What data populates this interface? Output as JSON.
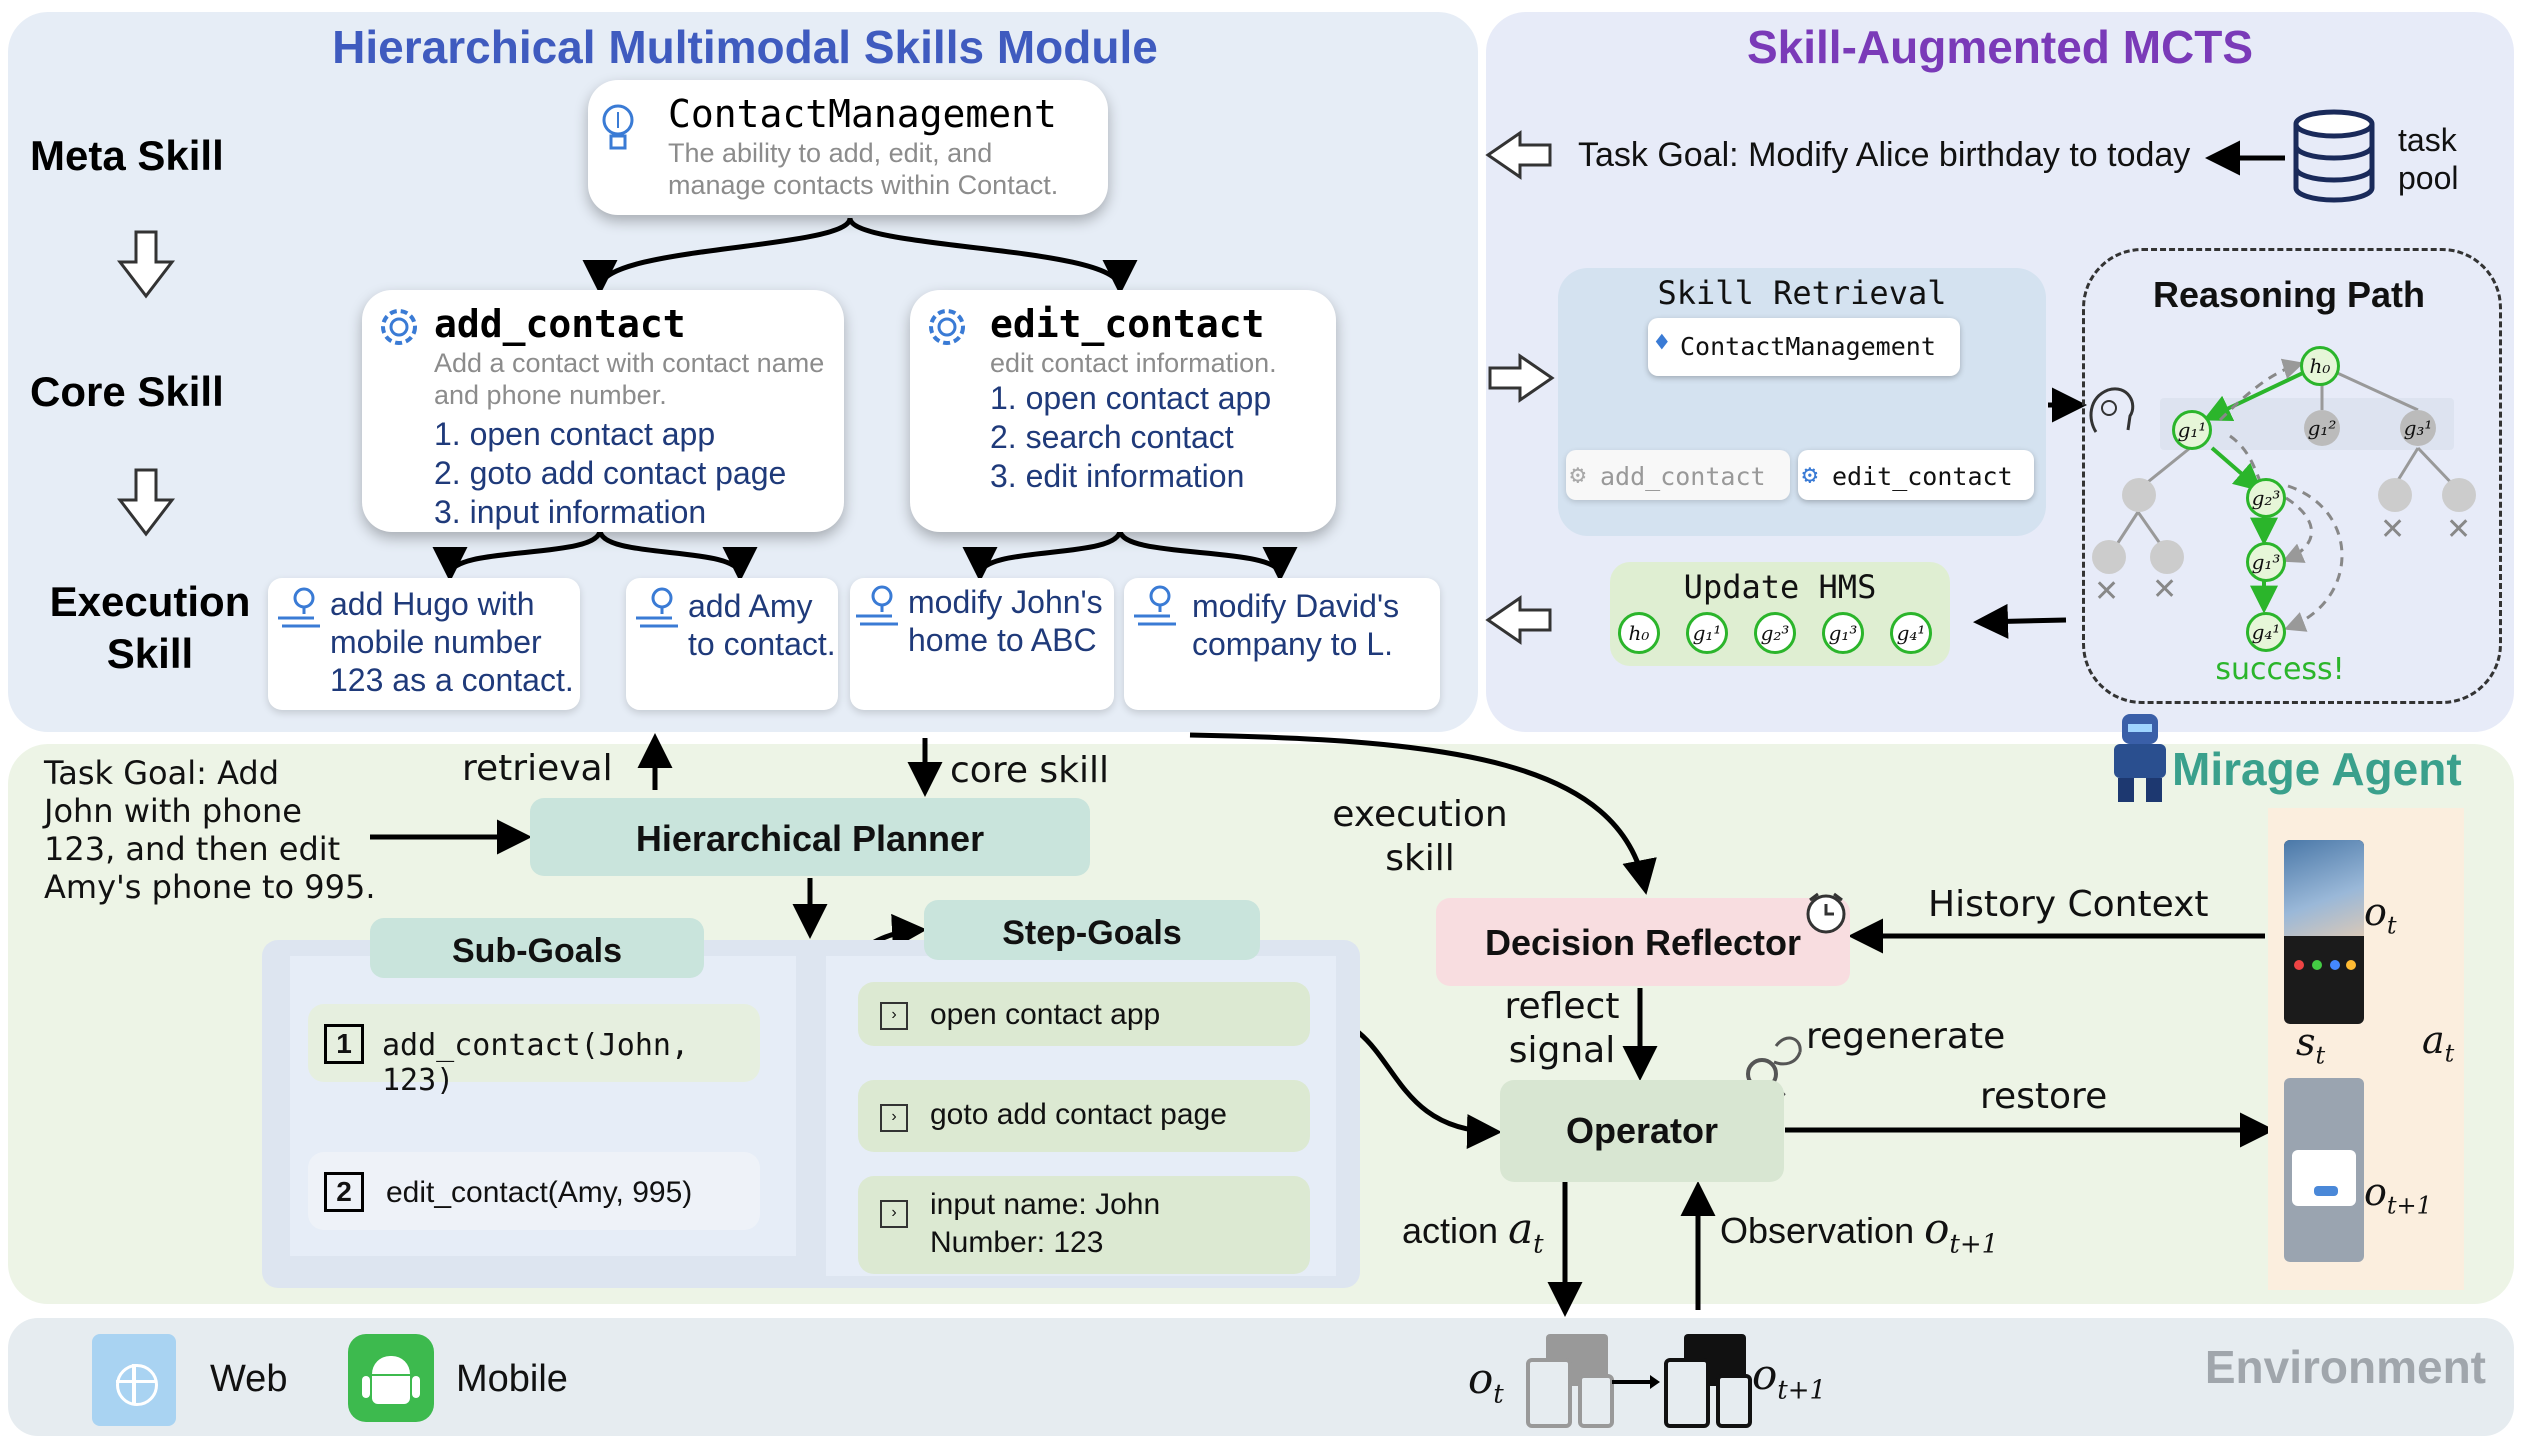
{
  "hms": {
    "title": "Hierarchical Multimodal Skills Module",
    "levels": {
      "meta": "Meta Skill",
      "core": "Core Skill",
      "exec_line1": "Execution",
      "exec_line2": "Skill"
    },
    "meta_card": {
      "name": "ContactManagement",
      "desc_line1": "The ability to add, edit, and",
      "desc_line2": "manage contacts within Contact."
    },
    "core_cards": [
      {
        "name": "add_contact",
        "desc_line1": "Add a contact with contact name",
        "desc_line2": "and phone number.",
        "steps": [
          "1. open contact app",
          "2. goto add contact page",
          "3. input information"
        ]
      },
      {
        "name": "edit_contact",
        "desc_line1": "edit contact information.",
        "desc_line2": "",
        "steps": [
          "1. open contact app",
          "2. search contact",
          "3. edit information"
        ]
      }
    ],
    "exec_cards": [
      {
        "lines": [
          "add Hugo with",
          "mobile number",
          "123 as a contact."
        ]
      },
      {
        "lines": [
          "add Amy",
          "to contact."
        ]
      },
      {
        "lines": [
          "modify John's",
          "home to ABC"
        ]
      },
      {
        "lines": [
          "modify David's",
          "company to L."
        ]
      }
    ]
  },
  "mcts": {
    "title": "Skill-Augmented MCTS",
    "task_goal": "Task Goal: Modify Alice birthday to today",
    "task_pool_line1": "task",
    "task_pool_line2": "pool",
    "skill_retrieval": {
      "title": "Skill Retrieval",
      "meta": "ContactManagement",
      "left": "add_contact",
      "right": "edit_contact"
    },
    "update_hms": {
      "title": "Update HMS"
    },
    "reasoning": {
      "title": "Reasoning Path",
      "success": "success!"
    }
  },
  "agent": {
    "title": "Mirage Agent",
    "task_goal_lines": [
      "Task Goal: Add",
      "John with phone",
      "123, and then edit",
      "Amy's phone to 995."
    ],
    "retrieval": "retrieval",
    "core_skill": "core skill",
    "planner": "Hierarchical Planner",
    "subgoals": {
      "title": "Sub-Goals",
      "items": [
        {
          "num": "1",
          "text": "add_contact(John, 123)"
        },
        {
          "num": "2",
          "text": "edit_contact(Amy, 995)"
        }
      ]
    },
    "stepgoals": {
      "title": "Step-Goals",
      "items": [
        {
          "line1": "open contact app",
          "line2": ""
        },
        {
          "line1": "goto add contact page",
          "line2": ""
        },
        {
          "line1": "input name: John",
          "line2": "Number: 123"
        }
      ]
    },
    "execution_skill_line1": "execution",
    "execution_skill_line2": "skill",
    "reflector": "Decision Reflector",
    "history_context": "History Context",
    "reflect_signal_line1": "reflect",
    "reflect_signal_line2": "signal",
    "regenerate": "regenerate",
    "operator": "Operator",
    "restore": "restore",
    "action": "action",
    "observation": "Observation"
  },
  "env": {
    "title": "Environment",
    "web": "Web",
    "mobile": "Mobile"
  },
  "colors": {
    "hms_bg": "#e8eef7",
    "mcts_bg": "#e9ecf9",
    "agent_bg": "#eef5e8",
    "env_bg": "#e9eef2",
    "hms_title": "#3f5bbf",
    "mcts_title": "#7a3ab8",
    "agent_title": "#3aa08c",
    "node_green": "#2bb52b"
  }
}
